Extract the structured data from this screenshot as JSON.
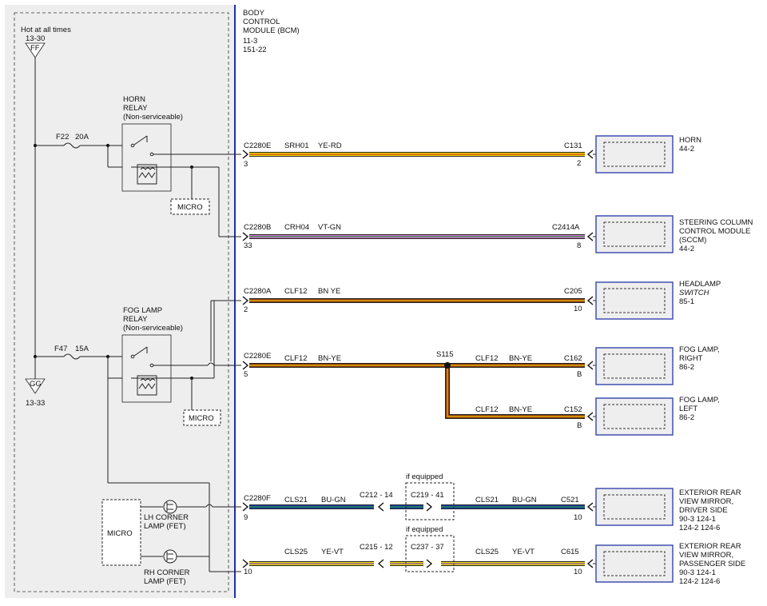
{
  "bcm": {
    "title_lines": [
      "BODY",
      "CONTROL",
      "MODULE (BCM)"
    ],
    "refs": [
      "11-3",
      "151-22"
    ],
    "hot_label": "Hot at all times",
    "hot_ref": "13-30",
    "ff_tag": "FF",
    "gg_tag": "GG",
    "gg_ref": "13-33"
  },
  "horn_relay": {
    "title_lines": [
      "HORN",
      "RELAY",
      "(Non-serviceable)"
    ],
    "fuse": "F22",
    "amps": "20A"
  },
  "fog_relay": {
    "title_lines": [
      "FOG LAMP",
      "RELAY",
      "(Non-serviceable)"
    ],
    "fuse": "F47",
    "amps": "15A"
  },
  "micro_label": "MICRO",
  "corner_lamps": {
    "lh_lines": [
      "LH CORNER",
      "LAMP (FET)"
    ],
    "rh_lines": [
      "RH CORNER",
      "LAMP (FET)"
    ]
  },
  "circuits": [
    {
      "connector": "C2280E",
      "pin": "3",
      "circuit": "SRH01",
      "color_code": "YE-RD",
      "end_connector": "C131",
      "end_pin": "2",
      "component_lines": [
        "HORN",
        "44-2"
      ],
      "wire_color": "#f2e200",
      "stripe_color": "#d03020"
    },
    {
      "connector": "C2280B",
      "pin": "33",
      "circuit": "CRH04",
      "color_code": "VT-GN",
      "end_connector": "C2414A",
      "end_pin": "8",
      "component_lines": [
        "STEERING COLUMN",
        "CONTROL MODULE",
        "(SCCM)",
        "44-2"
      ],
      "wire_color": "#d070d8",
      "stripe_color": "#30a030"
    },
    {
      "connector": "C2280A",
      "pin": "2",
      "circuit": "CLF12",
      "color_code": "BN YE",
      "end_connector": "C205",
      "end_pin": "10",
      "component_lines": [
        "HEADLAMP",
        "SWITCH",
        "85-1"
      ],
      "wire_color": "#8a3a10",
      "stripe_color": "#f2c400"
    },
    {
      "connector": "C2280E",
      "pin": "5",
      "circuit": "CLF12",
      "color_code": "BN-YE",
      "splice": "S115",
      "end_connector": "C162",
      "end_pin": "B",
      "component_lines": [
        "FOG LAMP,",
        "RIGHT",
        "86-2"
      ],
      "wire_color": "#8a3a10",
      "stripe_color": "#f2c400"
    },
    {
      "circuit": "CLF12",
      "color_code": "BN-YE",
      "end_connector": "C152",
      "end_pin": "B",
      "component_lines": [
        "FOG LAMP,",
        "LEFT",
        "86-2"
      ],
      "wire_color": "#8a3a10",
      "stripe_color": "#f2c400"
    },
    {
      "connector": "C2280F",
      "pin": "9",
      "circuit": "CLS21",
      "color_code": "BU-GN",
      "inline": "C212 - 14",
      "option_connector": "C219 - 41",
      "option_label": "if equipped",
      "end_connector": "C521",
      "end_pin": "10",
      "component_lines": [
        "EXTERIOR REAR",
        "VIEW MIRROR,",
        "DRIVER SIDE",
        "90-3     124-1",
        "124-2   124-6"
      ],
      "wire_color": "#1a38b8",
      "stripe_color": "#20a020"
    },
    {
      "connector": "C2280F",
      "pin": "10",
      "circuit": "CLS25",
      "color_code": "YE-VT",
      "inline": "C215 - 12",
      "option_connector": "C237 - 37",
      "option_label": "if equipped",
      "end_connector": "C615",
      "end_pin": "10",
      "component_lines": [
        "EXTERIOR REAR",
        "VIEW MIRROR,",
        "PASSENGER SIDE",
        "90-3     124-1",
        "124-2   124-6"
      ],
      "wire_color": "#f2e200",
      "stripe_color": "#8040c0"
    }
  ],
  "colors": {
    "bcm_fill": "#eeeeee",
    "bcm_border": "#1d2fa6",
    "component_border": "#4050b0"
  }
}
